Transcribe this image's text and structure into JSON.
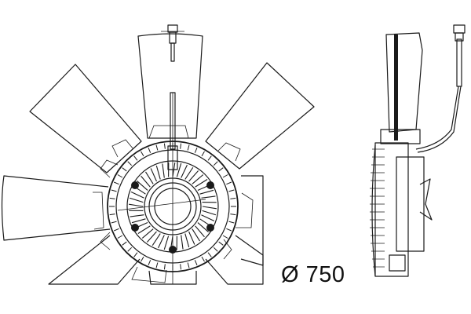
{
  "diagram": {
    "subject": "radiator cooling fan with viscous clutch",
    "views": [
      {
        "name": "front-view",
        "blades": 7
      },
      {
        "name": "side-view"
      }
    ],
    "dimension": {
      "symbol": "Ø",
      "value": "750",
      "label": "Ø 750"
    },
    "colors": {
      "background": "#ffffff",
      "line": "#1a1a1a"
    }
  }
}
